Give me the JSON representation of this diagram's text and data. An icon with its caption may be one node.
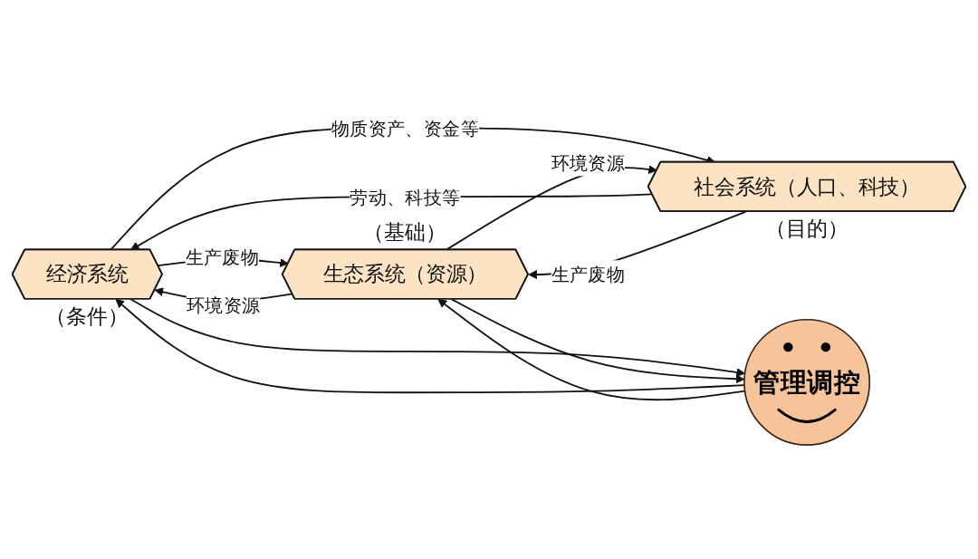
{
  "diagram": {
    "nodes": [
      {
        "text": [
          "社会系统（人口、科技）"
        ],
        "beside": [
          "（目的）"
        ]
      },
      {
        "text": [
          "管理调控"
        ]
      },
      {
        "text": [
          "经济系统"
        ],
        "beside": [
          "（条件）"
        ]
      },
      {
        "text": [
          "生态系统（资源）"
        ],
        "beside": [
          "（基础）"
        ]
      }
    ],
    "edges": [
      {
        "from": 2,
        "to": 3,
        "arrow": "to",
        "label": "生产废物"
      },
      {
        "from": 3,
        "to": 2,
        "arrow": "to",
        "label": "环境资源"
      },
      {
        "from": 2,
        "to": 0,
        "arrow": "to",
        "label": "物质资产、资金等"
      },
      {
        "from": 0,
        "to": 2,
        "arrow": "to",
        "label": "劳动、科技等"
      },
      {
        "from": 0,
        "to": 3,
        "arrow": "to",
        "label": "生产废物"
      },
      {
        "from": 3,
        "to": 0,
        "arrow": "to",
        "label": "环境资源"
      },
      {
        "from": 1,
        "to": 2,
        "arrow": "to"
      },
      {
        "from": 2,
        "to": 1,
        "arrow": "to"
      },
      {
        "from": 1,
        "to": 3,
        "arrow": "to"
      },
      {
        "from": 3,
        "to": 1,
        "arrow": "to"
      }
    ]
  }
}
